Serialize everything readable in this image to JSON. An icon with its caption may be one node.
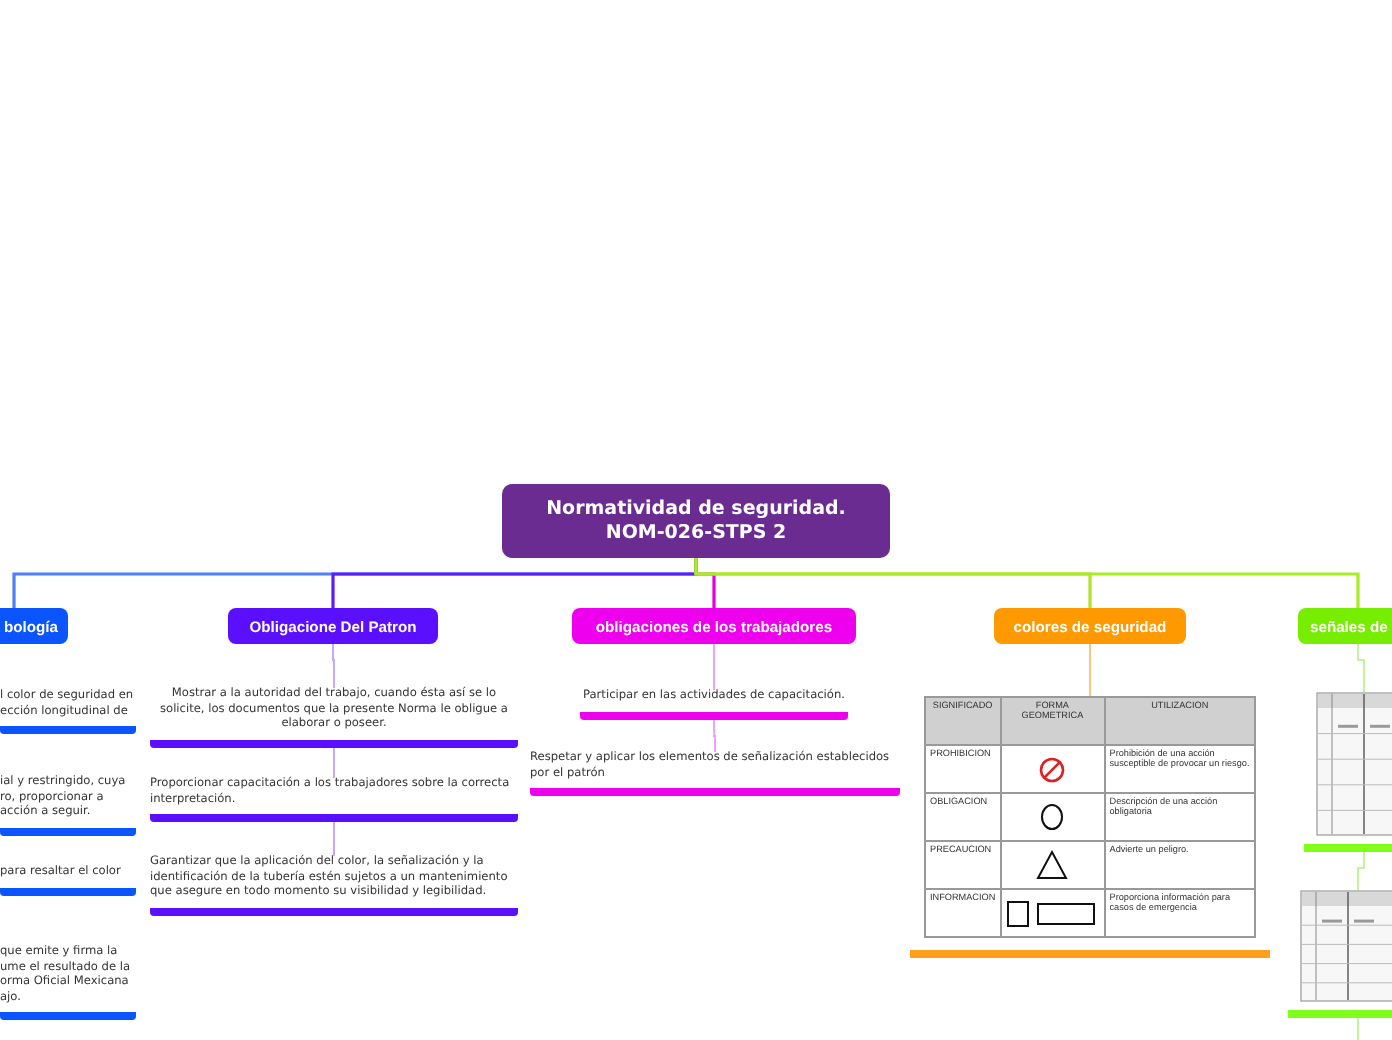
{
  "diagram": {
    "nodes": [
      {
        "text": [
          "Normatividad de seguridad. NOM-026-STPS 2"
        ]
      },
      {
        "text": [
          "bología"
        ]
      },
      {
        "text": [
          "l color de seguridad en ección longitudinal de"
        ]
      },
      {
        "text": [
          "ial y restringido, cuya ro, proporcionar a acción a seguir."
        ]
      },
      {
        "text": [
          "para resaltar el color"
        ]
      },
      {
        "text": [
          "que emite y firma la ume el resultado de la orma Oficial Mexicana ajo."
        ]
      },
      {
        "text": [
          "Obligacione Del Patron"
        ]
      },
      {
        "text": [
          "Mostrar a la autoridad del trabajo, cuando ésta así se lo solicite, los documentos que la presente Norma le obligue a elaborar o poseer."
        ]
      },
      {
        "text": [
          "Proporcionar capacitación a los trabajadores sobre la correcta interpretación."
        ]
      },
      {
        "text": [
          "Garantizar que la aplicación del color, la señalización y la identificación de la tubería estén sujetos a un mantenimiento que asegure en todo momento su visibilidad y legibilidad."
        ]
      },
      {
        "text": [
          "obligaciones de los trabajadores"
        ]
      },
      {
        "text": [
          "Participar en las actividades de capacitación."
        ]
      },
      {
        "text": [
          "Respetar y aplicar los elementos de señalización establecidos por el patrón"
        ]
      },
      {
        "text": [
          "colores de seguridad"
        ]
      },
      {
        "text": [
          "SIGNIFICADO",
          "FORMA GEOMETRICA",
          "UTILIZACION",
          "PROHIBICION",
          "Prohibición de una acción susceptible de provocar un riesgo.",
          "OBLIGACION",
          "Descripción de una acción obligatoria",
          "PRECAUCION",
          "Advierte un peligro.",
          "INFORMACION",
          "Proporciona información para casos de emergencia"
        ]
      },
      {
        "text": [
          "señales de"
        ]
      },
      {
        "text": [],
        "shape": "picture"
      },
      {
        "text": [],
        "shape": "picture"
      }
    ],
    "edges": [
      {
        "from": 0,
        "to": 1,
        "arrow": "none",
        "color": "#4d7fff"
      },
      {
        "from": 0,
        "to": 6,
        "arrow": "none",
        "color": "#5a1fff"
      },
      {
        "from": 0,
        "to": 10,
        "arrow": "none",
        "color": "#e000e0"
      },
      {
        "from": 0,
        "to": 13,
        "arrow": "none",
        "color": "#b5e02a"
      },
      {
        "from": 0,
        "to": 15,
        "arrow": "none",
        "color": "#a6ee22"
      },
      {
        "from": 6,
        "to": 7,
        "arrow": "none",
        "color": "#c7a8ff"
      },
      {
        "from": 7,
        "to": 8,
        "arrow": "none",
        "color": "#c7a8ff"
      },
      {
        "from": 8,
        "to": 9,
        "arrow": "none",
        "color": "#c7a8ff"
      },
      {
        "from": 10,
        "to": 11,
        "arrow": "none",
        "color": "#f2a0f2"
      },
      {
        "from": 11,
        "to": 12,
        "arrow": "none",
        "color": "#f2a0f2"
      },
      {
        "from": 13,
        "to": 14,
        "arrow": "none",
        "color": "#ffc680"
      },
      {
        "from": 15,
        "to": 16,
        "arrow": "none",
        "color": "#c2f59a"
      },
      {
        "from": 16,
        "to": 17,
        "arrow": "none",
        "color": "#c2f59a"
      },
      {
        "from": 17,
        "to": null,
        "arrow": "none",
        "color": "#c2f59a"
      }
    ]
  }
}
